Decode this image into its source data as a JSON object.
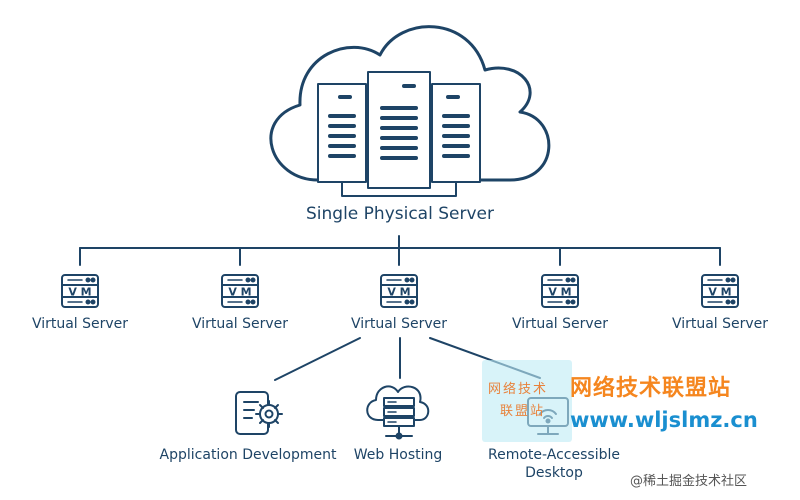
{
  "colors": {
    "primary": "#1e4466",
    "watermark_orange": "#f5861f",
    "watermark_blue": "#1a8fd0"
  },
  "root": {
    "label": "Single Physical Server",
    "icon": "cloud-servers-icon"
  },
  "virtual_servers": [
    {
      "label": "Virtual Server",
      "icon": "vm-icon"
    },
    {
      "label": "Virtual Server",
      "icon": "vm-icon"
    },
    {
      "label": "Virtual Server",
      "icon": "vm-icon"
    },
    {
      "label": "Virtual Server",
      "icon": "vm-icon"
    },
    {
      "label": "Virtual Server",
      "icon": "vm-icon"
    }
  ],
  "vm_icon_text": "V M",
  "applications": [
    {
      "label": "Application Development",
      "icon": "app-development-icon"
    },
    {
      "label": "Web Hosting",
      "icon": "web-hosting-icon"
    },
    {
      "label": "Remote-Accessible Desktop",
      "icon": "remote-desktop-icon"
    }
  ],
  "watermark": {
    "small_line1": "网络技术",
    "small_line2": "联盟站",
    "title": "网络技术联盟站",
    "url": "www.wljslmz.cn"
  },
  "credit": "@稀土掘金技术社区"
}
